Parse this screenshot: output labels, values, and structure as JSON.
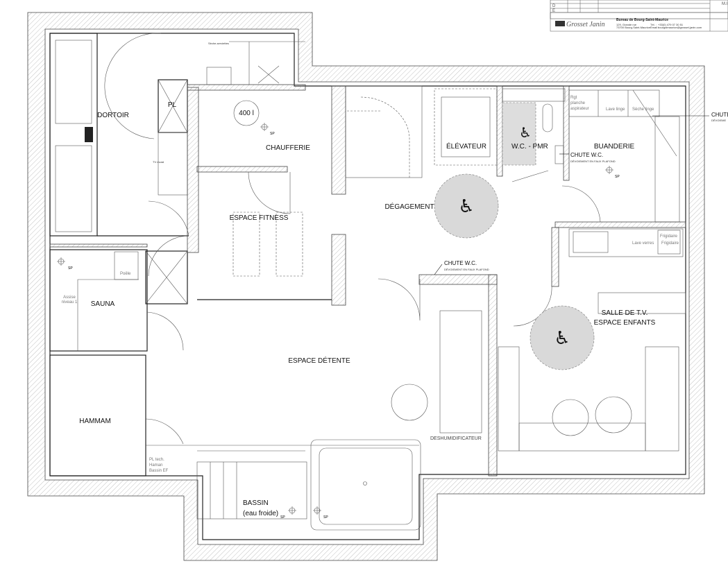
{
  "title_block": {
    "rows": [
      "D",
      "E"
    ],
    "sheet_code": "M.I",
    "logo_text": "Grosset Janin",
    "office": "Bureau de Bourg-Saint-Maurice",
    "address_line1": "129, Grande rue",
    "address_line2": "73700 Bourg-Saint-Maurice",
    "tel_label": "Tél. :",
    "tel": "+33(0) 479 07 30 51",
    "email_label": "Email :",
    "email": "bourgstmaurice@grosset-janin.com"
  },
  "rooms": {
    "dortoir": "DORTOIR",
    "pl": "PL",
    "tank": "400 l",
    "chaufferie": "CHAUFFERIE",
    "elevateur": "ÉLÉVATEUR",
    "wc_pmr": "W.C. - PMR",
    "buanderie": "BUANDERIE",
    "degagement": "DÉGAGEMENT",
    "fitness": "ESPACE FITNESS",
    "sauna": "SAUNA",
    "hammam": "HAMMAM",
    "detente": "ESPACE DÉTENTE",
    "tv_line1": "SALLE DE T.V.",
    "tv_line2": "ESPACE ENFANTS",
    "bassin_line1": "BASSIN",
    "bassin_line2": "(eau froide)",
    "deshumidificateur": "DESHUMIDIFICATEUR"
  },
  "annotations": {
    "chute_wc": "CHUTE W.C.",
    "devoiement": "DÉVOIEMENT EN FAUX PLAFOND",
    "chute_edge": "CHUTE",
    "devoiement_edge": "DÉVOIEME",
    "sp": "SP",
    "seche_serviettes": "Sèche-serviettes",
    "tv_mural": "TV mural",
    "assise_1": "Assise",
    "assise_2": "niveau 1",
    "poele": "Poêle",
    "pl_tech_1": "PL tech.",
    "pl_tech_2": "Haman",
    "pl_tech_3": "Bassin EF",
    "rgt_1": "Rgt",
    "rgt_2": "planche",
    "rgt_3": "aspirateur",
    "lave_linge": "Lave linge",
    "seche_linge": "Sèche linge",
    "lave_verres": "Lave verres",
    "frigidaire": "Frigidaire"
  },
  "icons": {
    "accessibility": "wheelchair-icon",
    "floor_drain": "crosshair-sp-icon"
  },
  "colors": {
    "accessibility_circle": "#d9d9d9",
    "wall": "#222222"
  }
}
